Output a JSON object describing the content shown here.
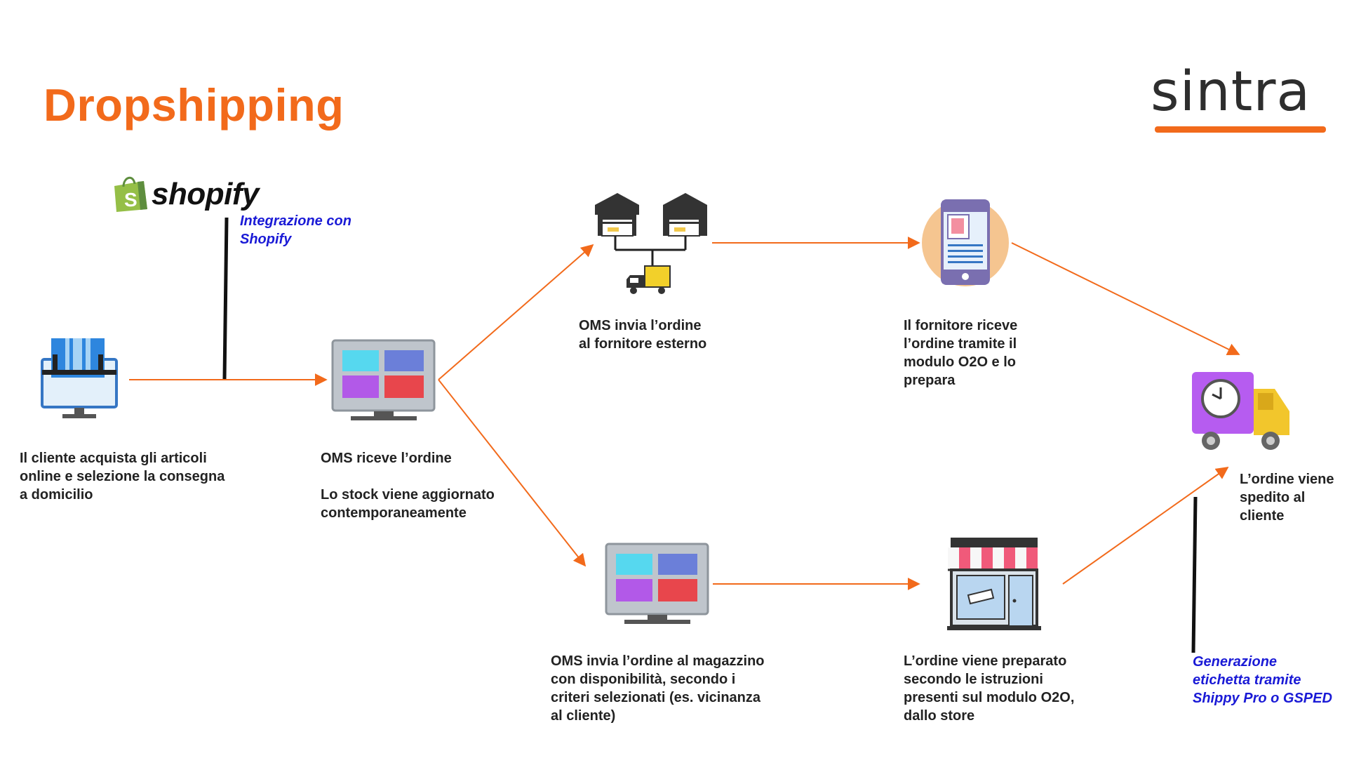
{
  "title": "Dropshipping",
  "logo": {
    "text": "sintra",
    "accent_color": "#f26a1b"
  },
  "shopify": {
    "wordmark": "shopify",
    "icon": "shopify-bag-icon",
    "note": "Integrazione con\nShopify"
  },
  "steps": {
    "customer": {
      "icon": "computer-shopping-icon",
      "caption": "Il cliente acquista gli articoli\nonline e selezione la consegna\na domicilio"
    },
    "oms": {
      "icon": "monitor-dashboard-icon",
      "caption": "OMS riceve l’ordine\n\nLo stock viene aggiornato\ncontemporaneamente"
    },
    "supplier_send": {
      "icon": "warehouse-truck-icon",
      "caption": "OMS invia l’ordine\nal fornitore esterno"
    },
    "supplier_prepare": {
      "icon": "mobile-app-icon",
      "caption": "Il fornitore riceve\nl’ordine tramite il\nmodulo O2O e lo\nprepara"
    },
    "warehouse_send": {
      "icon": "monitor-dashboard-icon",
      "caption": "OMS invia l’ordine al magazzino\ncon disponibilità, secondo i\ncriteri selezionati (es. vicinanza\nal cliente)"
    },
    "store_prepare": {
      "icon": "store-icon",
      "caption": "L’ordine viene preparato\nsecondo le istruzioni\npresenti sul modulo O2O,\ndallo store"
    },
    "shipped": {
      "icon": "delivery-truck-clock-icon",
      "caption": "L’ordine viene\nspedito al\ncliente"
    }
  },
  "label_note": "Generazione\netichetta tramite\nShippy Pro o GSPED",
  "colors": {
    "arrow": "#f26a1b",
    "note": "#1a1ad6",
    "text": "#222222"
  }
}
